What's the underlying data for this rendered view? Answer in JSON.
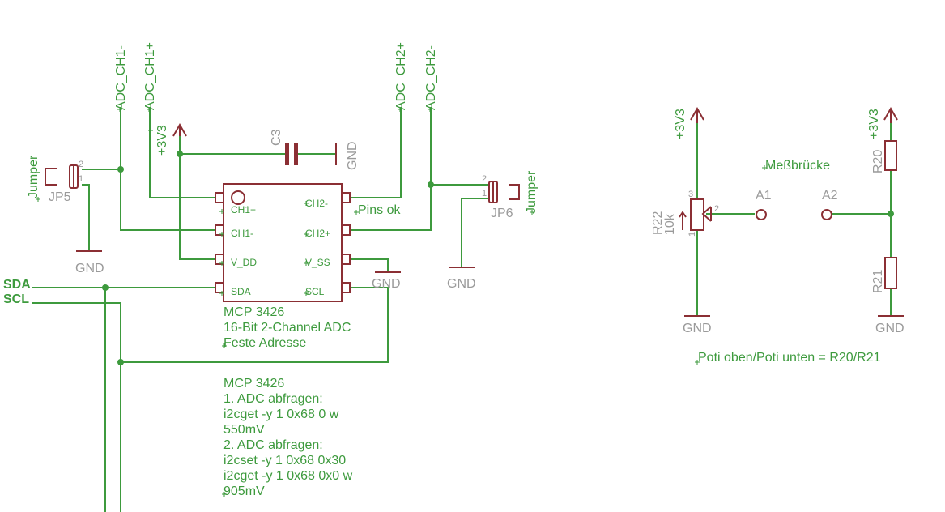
{
  "nets": {
    "adc_ch1_minus": "ADC_CH1-",
    "adc_ch1_plus": "ADC_CH1+",
    "adc_ch2_plus": "ADC_CH2+",
    "adc_ch2_minus": "ADC_CH2-",
    "v3v3": "+3V3",
    "gnd": "GND",
    "sda": "SDA",
    "scl": "SCL"
  },
  "parts": {
    "c3": "C3",
    "jp5": "JP5",
    "jp6": "JP6",
    "jumper": "Jumper",
    "r20": "R20",
    "r21": "R21",
    "r22": "R22",
    "r22_value": "10k",
    "a1": "A1",
    "a2": "A2"
  },
  "chip": {
    "pins": {
      "ch1_plus": "CH1+",
      "ch1_minus": "CH1-",
      "vdd": "V_DD",
      "sda": "SDA",
      "ch2_minus": "CH2-",
      "ch2_plus": "CH2+",
      "vss": "V_SS",
      "scl": "SCL"
    },
    "name": "MCP 3426",
    "desc": "16-Bit 2-Channel ADC",
    "addr": "Feste Adresse"
  },
  "pin_numbers": {
    "one": "1",
    "two": "2",
    "three": "3"
  },
  "notes": {
    "pins_ok": "Pins ok",
    "messbruecke": "Meßbrücke",
    "poti": "Poti oben/Poti unten = R20/R21",
    "block": [
      "MCP 3426",
      "1. ADC abfragen:",
      "i2cget -y 1 0x68 0 w",
      "550mV",
      "2. ADC abfragen:",
      "i2cset -y 1 0x68 0x30",
      "i2cget -y 1 0x68 0x0 w",
      "905mV"
    ]
  }
}
